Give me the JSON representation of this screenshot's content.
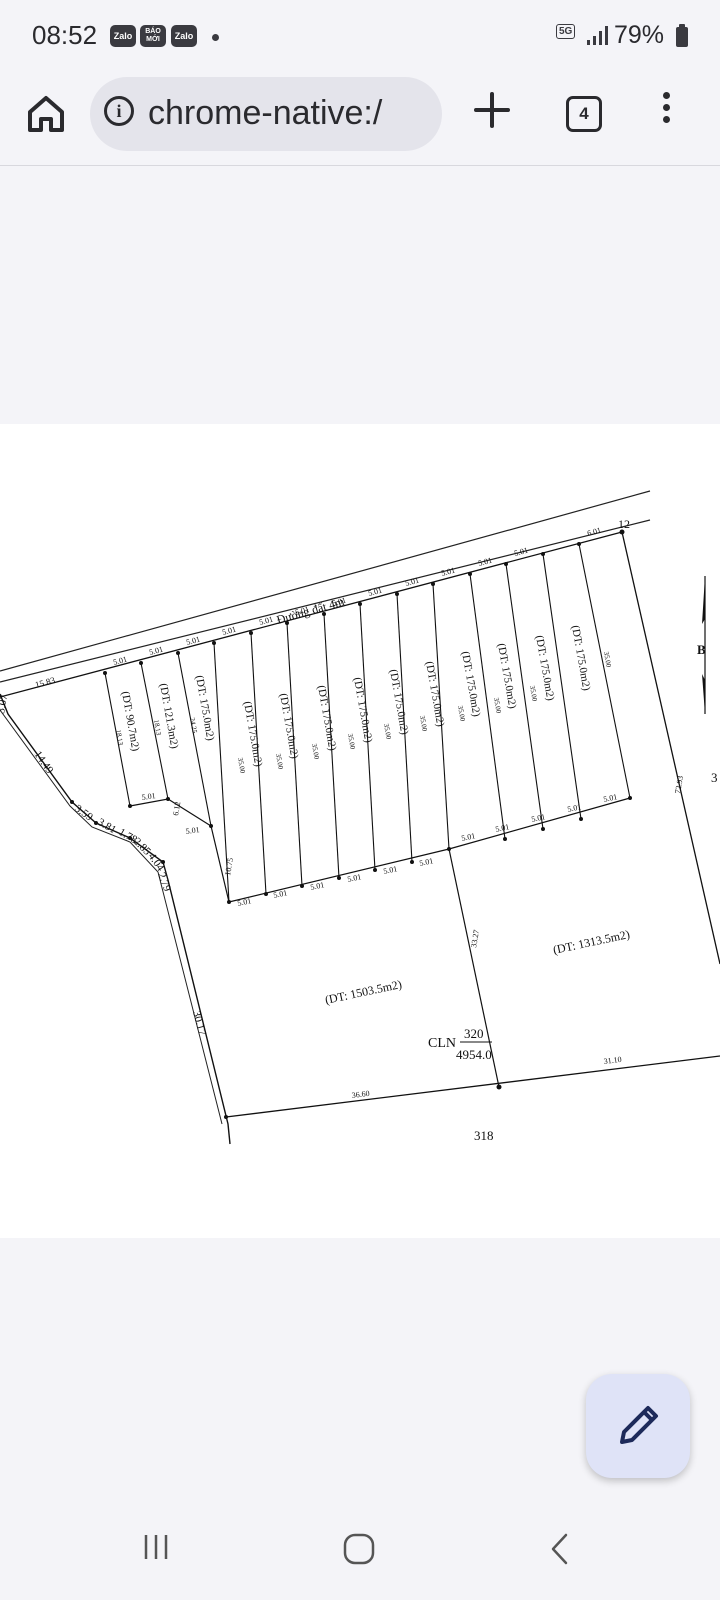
{
  "status_bar": {
    "time": "08:52",
    "notification_icons": [
      "Zalo",
      "BÁO MỚI",
      "Zalo"
    ],
    "network": "5G",
    "battery": "79%"
  },
  "browser": {
    "url": "chrome-native:/",
    "tab_count": "4",
    "icons": [
      "home-icon",
      "info-icon",
      "plus-icon",
      "tab-switcher-icon",
      "more-vert-icon"
    ]
  },
  "plan": {
    "road_label": "Đường đất 4m",
    "corner_number": "12",
    "top_left_dim": "15.83",
    "left_edge_dims": [
      "3.07",
      "14.49",
      "3.59",
      "3.81",
      "1.78",
      "2.85",
      "4.04",
      "2.79",
      "30.17"
    ],
    "front_dims": [
      "5.01",
      "5.01",
      "5.01",
      "5.01",
      "5.01",
      "5.01",
      "5.01",
      "5.01",
      "5.01",
      "5.01",
      "5.01",
      "5.01",
      "6.01"
    ],
    "rear_dims_upper": [
      "5.01",
      "5.01",
      "5.01",
      "5.01",
      "5.01",
      "5.01"
    ],
    "rear_dims_lower": [
      "5.01",
      "5.01",
      "5.01",
      "5.01",
      "5.01",
      "5.01",
      "5.01"
    ],
    "lots": [
      {
        "area": "(DT: 90.7m2)",
        "depth": "18.13"
      },
      {
        "area": "(DT: 121.3m2)",
        "depth": "18.13"
      },
      {
        "area": "(DT: 175.0m2)",
        "depth": "24.25"
      },
      {
        "area": "(DT: 175.0m2)",
        "depth": "35.00"
      },
      {
        "area": "(DT: 175.0m2)",
        "depth": "35.00"
      },
      {
        "area": "(DT: 175.0m2)",
        "depth": "35.00"
      },
      {
        "area": "(DT: 175.0m2)",
        "depth": "35.00"
      },
      {
        "area": "(DT: 175.0m2)",
        "depth": "35.00"
      },
      {
        "area": "(DT: 175.0m2)",
        "depth": "35.00"
      },
      {
        "area": "(DT: 175.0m2)",
        "depth": "35.00"
      },
      {
        "area": "(DT: 175.0m2)",
        "depth": "35.00"
      },
      {
        "area": "(DT: 175.0m2)",
        "depth": "35.00"
      },
      {
        "area": "(DT: 175.0m2)",
        "depth": "35.00"
      }
    ],
    "step_dims": [
      "6.12",
      "10.75"
    ],
    "big_left_area": "(DT: 1503.5m2)",
    "big_right_area": "(DT: 1313.5m2)",
    "divider_dim": "33.27",
    "right_edge_dim": "72.93",
    "bottom_left_dim": "36.60",
    "bottom_right_dim": "31.10",
    "parcel_code": "CLN",
    "parcel_number": "320",
    "parcel_area": "4954.0",
    "neighbor_parcel": "318",
    "edge_cut_label": "3",
    "north_marker": "B"
  },
  "fab": {
    "icon": "pencil-icon"
  }
}
